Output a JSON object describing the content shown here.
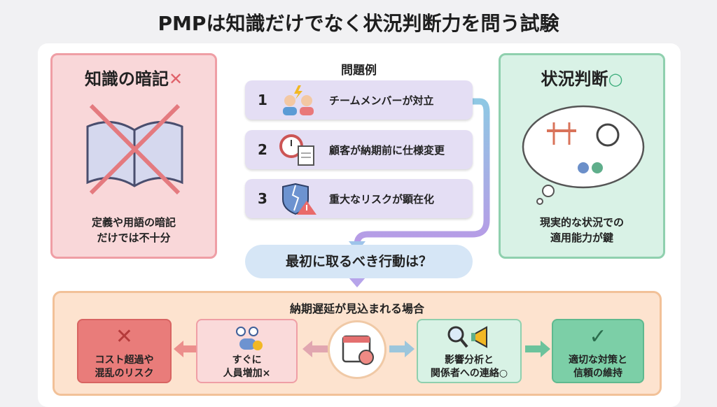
{
  "title": "PMPは知識だけでなく状況判断力を問う試験",
  "left_card": {
    "title": "知識の暗記",
    "mark": "✕",
    "footer_line1": "定義や用語の暗記",
    "footer_line2": "だけでは不十分"
  },
  "right_card": {
    "title": "状況判断",
    "mark": "○",
    "footer_line1": "現実的な状況での",
    "footer_line2": "適用能力が鍵"
  },
  "examples": {
    "heading": "問題例",
    "items": [
      {
        "num": "1",
        "text": "チームメンバーが対立"
      },
      {
        "num": "2",
        "text": "顧客が納期前に仕様変更"
      },
      {
        "num": "3",
        "text": "重大なリスクが顕在化"
      }
    ]
  },
  "question": "最初に取るべき行動は？",
  "scenario": {
    "heading": "納期遅延が見込まれる場合",
    "boxes": [
      {
        "line1": "コスト超過や",
        "line2": "混乱のリスク",
        "mark": "✕"
      },
      {
        "line1": "すぐに",
        "line2": "人員増加×"
      },
      {
        "line1": "影響分析と",
        "line2": "関係者への連絡○"
      },
      {
        "line1": "適切な対策と",
        "line2": "信頼の維持",
        "mark": "✓"
      }
    ]
  },
  "colors": {
    "bad": "#ef7c7c",
    "good": "#7ccfa7",
    "purple": "#e4def4"
  }
}
